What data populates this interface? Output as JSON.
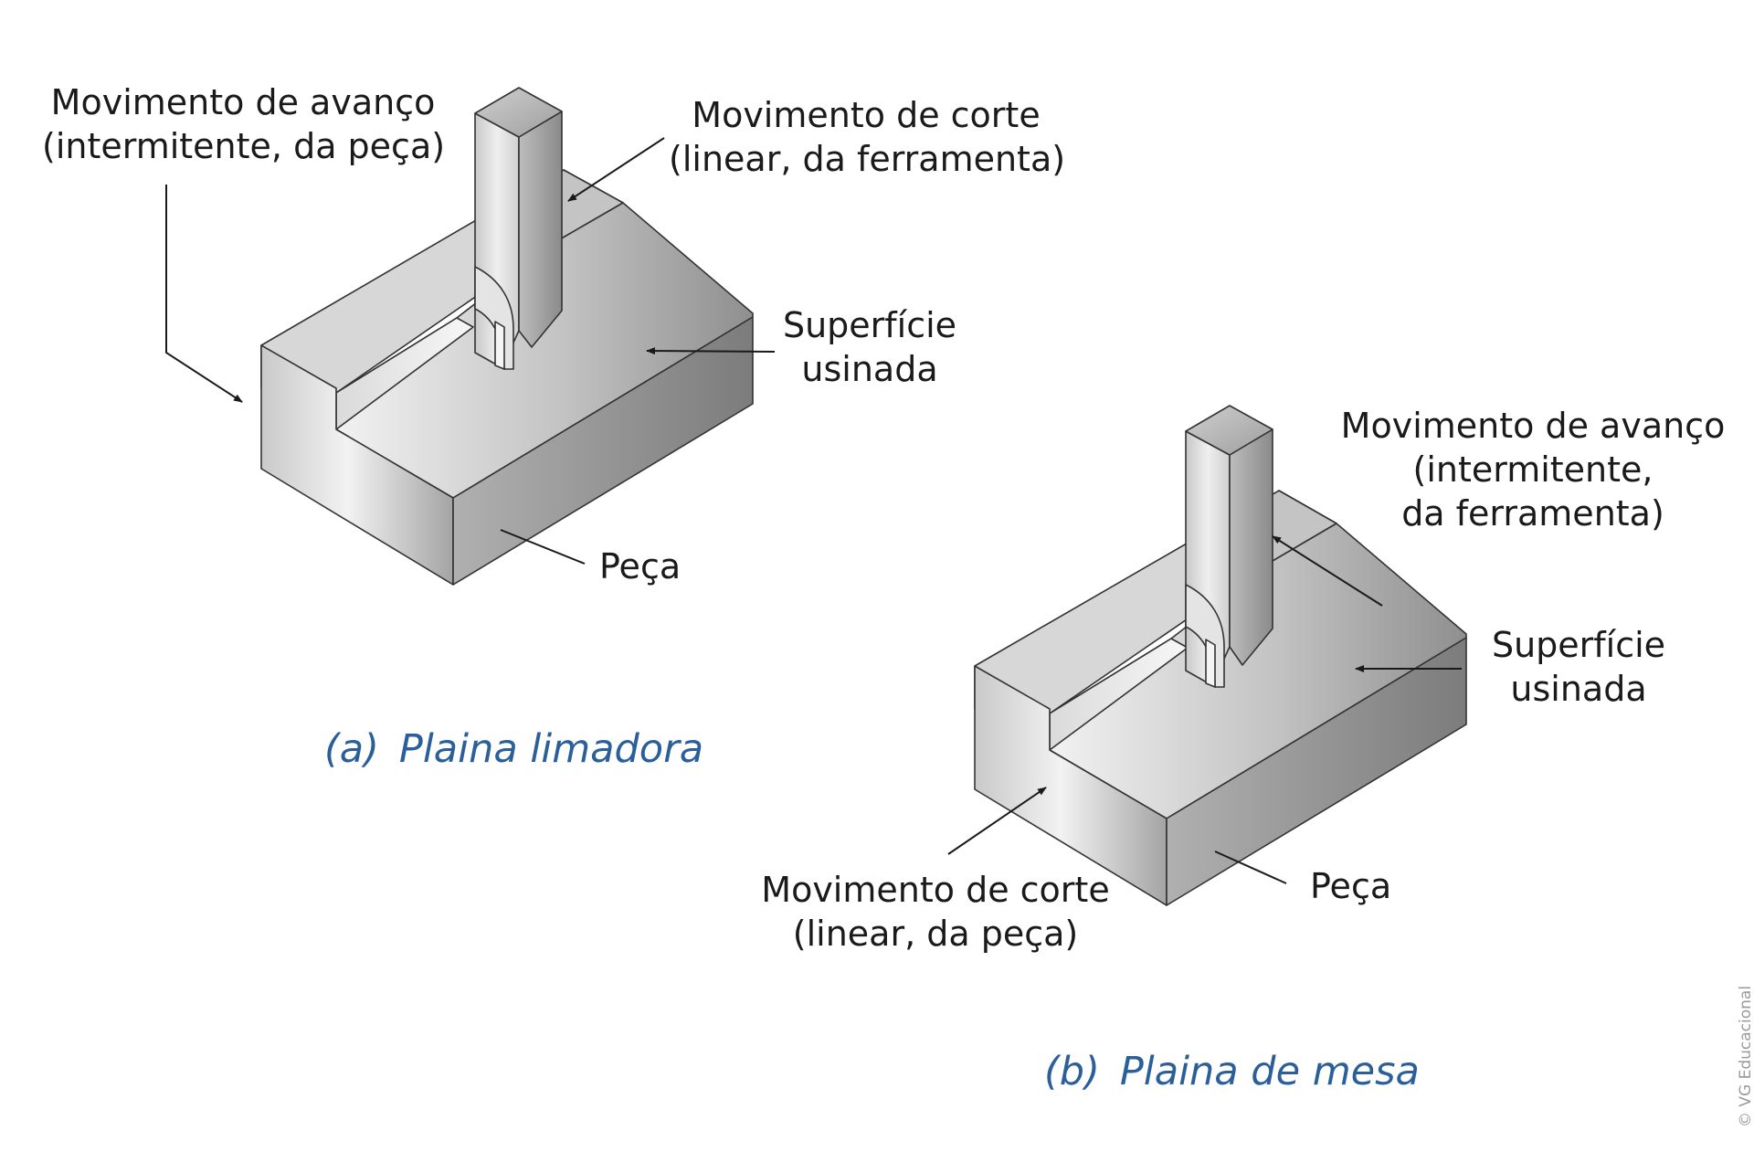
{
  "diagram_a": {
    "feed_label": [
      "Movimento de avanço",
      "(intermitente, da peça)"
    ],
    "cut_label": [
      "Movimento de corte",
      "(linear, da ferramenta)"
    ],
    "surface_label": [
      "Superfície",
      "usinada"
    ],
    "part_label": "Peça",
    "caption_letter": "(a)",
    "caption_title": "Plaina limadora"
  },
  "diagram_b": {
    "feed_label": [
      "Movimento de avanço",
      "(intermitente,",
      "da ferramenta)"
    ],
    "cut_label": [
      "Movimento de corte",
      "(linear, da peça)"
    ],
    "surface_label": [
      "Superfície",
      "usinada"
    ],
    "part_label": "Peça",
    "caption_letter": "(b)",
    "caption_title": "Plaina de mesa"
  },
  "credit": "© VG Educacional",
  "colors": {
    "caption": "#2a5f9a",
    "text": "#1a1a1a",
    "outline": "#333333"
  }
}
